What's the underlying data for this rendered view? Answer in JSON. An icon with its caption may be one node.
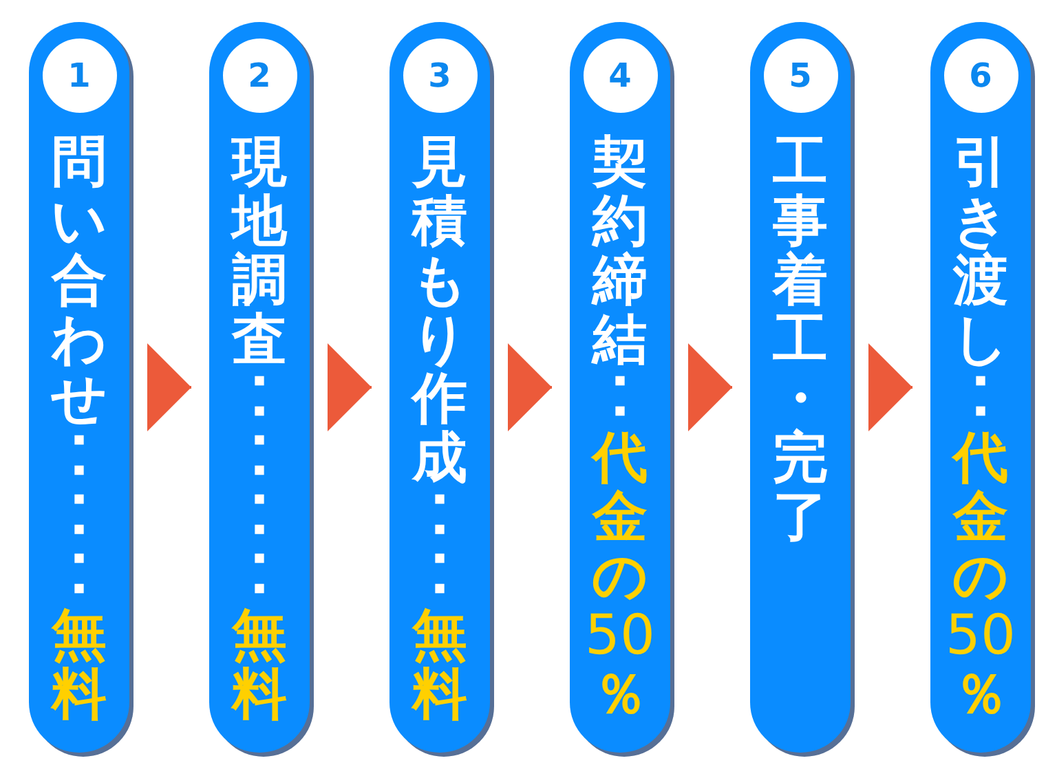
{
  "diagram": {
    "nodes": [
      {
        "text": [
          "問い合わせ･･････",
          "無料"
        ]
      },
      {
        "text": [
          "1"
        ],
        "in": 0
      },
      {
        "text": [
          "現地調査････････",
          "無料"
        ]
      },
      {
        "text": [
          "2"
        ],
        "in": 2
      },
      {
        "text": [
          "見積もり作成････",
          "無料"
        ]
      },
      {
        "text": [
          "3"
        ],
        "in": 4
      },
      {
        "text": [
          "契約締結･･",
          "代金の50％"
        ]
      },
      {
        "text": [
          "4"
        ],
        "in": 6
      },
      {
        "text": [
          "工事着工・完了"
        ]
      },
      {
        "text": [
          "5"
        ],
        "in": 8
      },
      {
        "text": [
          "引き渡し･･",
          "代金の50％"
        ]
      },
      {
        "text": [
          "6"
        ],
        "in": 10
      }
    ],
    "edges": [
      {
        "from": 0,
        "to": 2,
        "arrow": "to"
      },
      {
        "from": 2,
        "to": 4,
        "arrow": "to"
      },
      {
        "from": 4,
        "to": 6,
        "arrow": "to"
      },
      {
        "from": 6,
        "to": 8,
        "arrow": "to"
      },
      {
        "from": 8,
        "to": 10,
        "arrow": "to"
      }
    ]
  }
}
